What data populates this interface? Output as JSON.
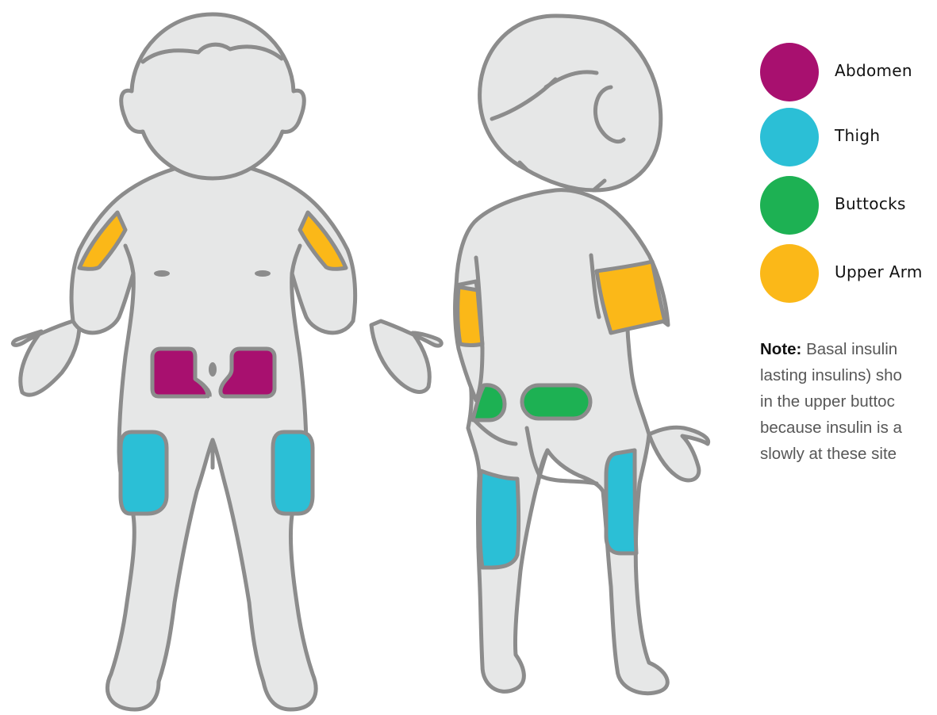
{
  "colors": {
    "abdomen": "#a8106f",
    "thigh": "#2bbfd6",
    "buttocks": "#1db153",
    "upper_arm": "#fbb818",
    "body": "#e6e7e7",
    "outline": "#8c8c8c"
  },
  "legend": [
    {
      "label": "Abdomen",
      "color": "#a8106f"
    },
    {
      "label": "Thigh",
      "color": "#2bbfd6"
    },
    {
      "label": "Buttocks",
      "color": "#1db153"
    },
    {
      "label": "Upper Arm",
      "color": "#fbb818"
    }
  ],
  "note": {
    "label": "Note:",
    "lines": [
      "Basal insulin",
      "lasting insulins) sho",
      "in the upper buttoc",
      "because insulin is a",
      "slowly at these site"
    ]
  }
}
